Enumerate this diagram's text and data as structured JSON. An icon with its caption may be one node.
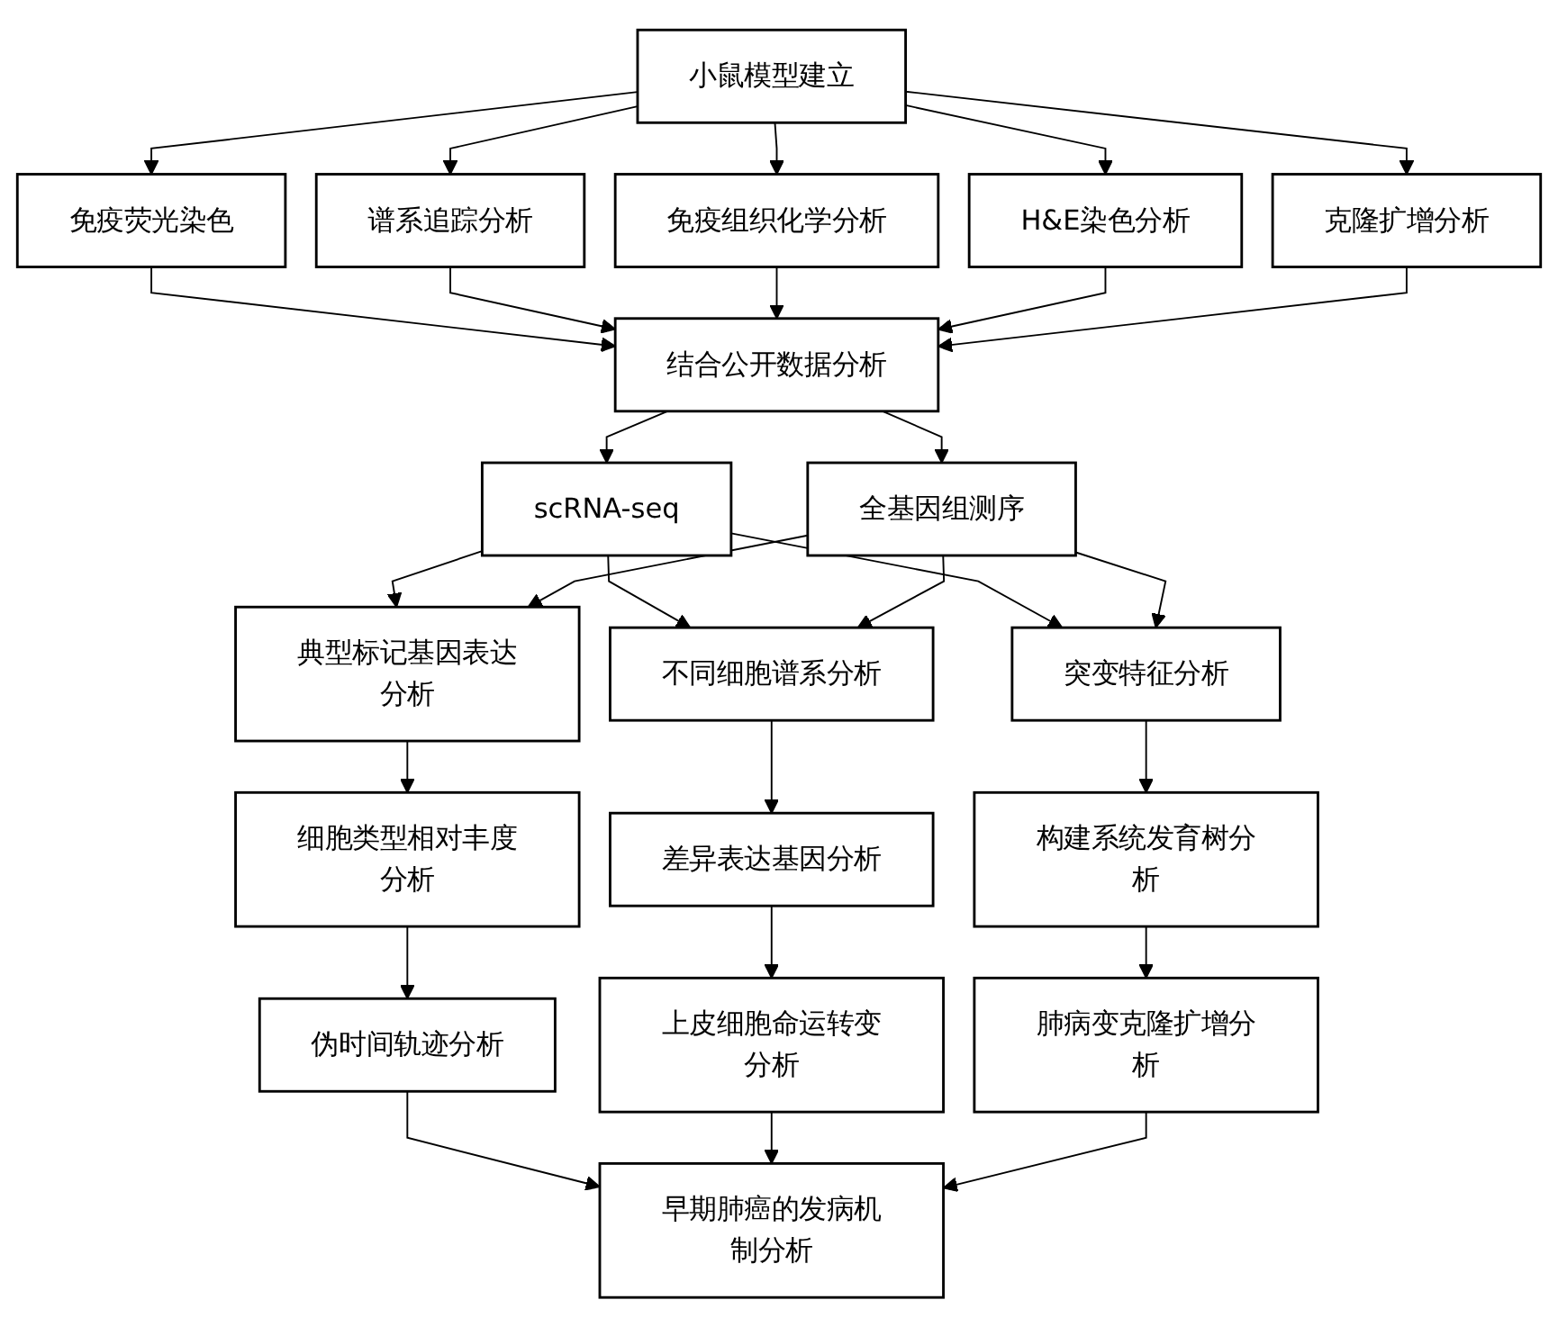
{
  "diagram": {
    "nodes": [
      {
        "text": [
          "小鼠模型建立"
        ]
      },
      {
        "text": [
          "免疫荧光染色"
        ]
      },
      {
        "text": [
          "谱系追踪分析"
        ]
      },
      {
        "text": [
          "免疫组织化学分析"
        ]
      },
      {
        "text": [
          "H&E染色分析"
        ]
      },
      {
        "text": [
          "克隆扩增分析"
        ]
      },
      {
        "text": [
          "结合公开数据分析"
        ]
      },
      {
        "text": [
          "scRNA-seq"
        ]
      },
      {
        "text": [
          "全基因组测序"
        ]
      },
      {
        "text": [
          "典型标记基因表达分析"
        ]
      },
      {
        "text": [
          "不同细胞谱系分析"
        ]
      },
      {
        "text": [
          "突变特征分析"
        ]
      },
      {
        "text": [
          "细胞类型相对丰度分析"
        ]
      },
      {
        "text": [
          "差异表达基因分析"
        ]
      },
      {
        "text": [
          "构建系统发育树分析"
        ]
      },
      {
        "text": [
          "伪时间轨迹分析"
        ]
      },
      {
        "text": [
          "上皮细胞命运转变分析"
        ]
      },
      {
        "text": [
          "肺病变克隆扩增分析"
        ]
      },
      {
        "text": [
          "早期肺癌的发病机制分析"
        ]
      }
    ],
    "edges": [
      {
        "from": 0,
        "to": 1,
        "arrow": "to"
      },
      {
        "from": 0,
        "to": 2,
        "arrow": "to"
      },
      {
        "from": 0,
        "to": 3,
        "arrow": "to"
      },
      {
        "from": 0,
        "to": 4,
        "arrow": "to"
      },
      {
        "from": 0,
        "to": 5,
        "arrow": "to"
      },
      {
        "from": 1,
        "to": 6,
        "arrow": "to"
      },
      {
        "from": 2,
        "to": 6,
        "arrow": "to"
      },
      {
        "from": 3,
        "to": 6,
        "arrow": "to"
      },
      {
        "from": 4,
        "to": 6,
        "arrow": "to"
      },
      {
        "from": 5,
        "to": 6,
        "arrow": "to"
      },
      {
        "from": 6,
        "to": 7,
        "arrow": "to"
      },
      {
        "from": 6,
        "to": 8,
        "arrow": "to"
      },
      {
        "from": 7,
        "to": 9,
        "arrow": "to"
      },
      {
        "from": 7,
        "to": 10,
        "arrow": "to"
      },
      {
        "from": 7,
        "to": 11,
        "arrow": "to"
      },
      {
        "from": 8,
        "to": 9,
        "arrow": "to"
      },
      {
        "from": 8,
        "to": 10,
        "arrow": "to"
      },
      {
        "from": 8,
        "to": 11,
        "arrow": "to"
      },
      {
        "from": 9,
        "to": 12,
        "arrow": "to"
      },
      {
        "from": 12,
        "to": 15,
        "arrow": "to"
      },
      {
        "from": 10,
        "to": 13,
        "arrow": "to"
      },
      {
        "from": 13,
        "to": 16,
        "arrow": "to"
      },
      {
        "from": 11,
        "to": 14,
        "arrow": "to"
      },
      {
        "from": 14,
        "to": 17,
        "arrow": "to"
      },
      {
        "from": 15,
        "to": 18,
        "arrow": "to"
      },
      {
        "from": 16,
        "to": 18,
        "arrow": "to"
      },
      {
        "from": 17,
        "to": 18,
        "arrow": "to"
      }
    ]
  }
}
